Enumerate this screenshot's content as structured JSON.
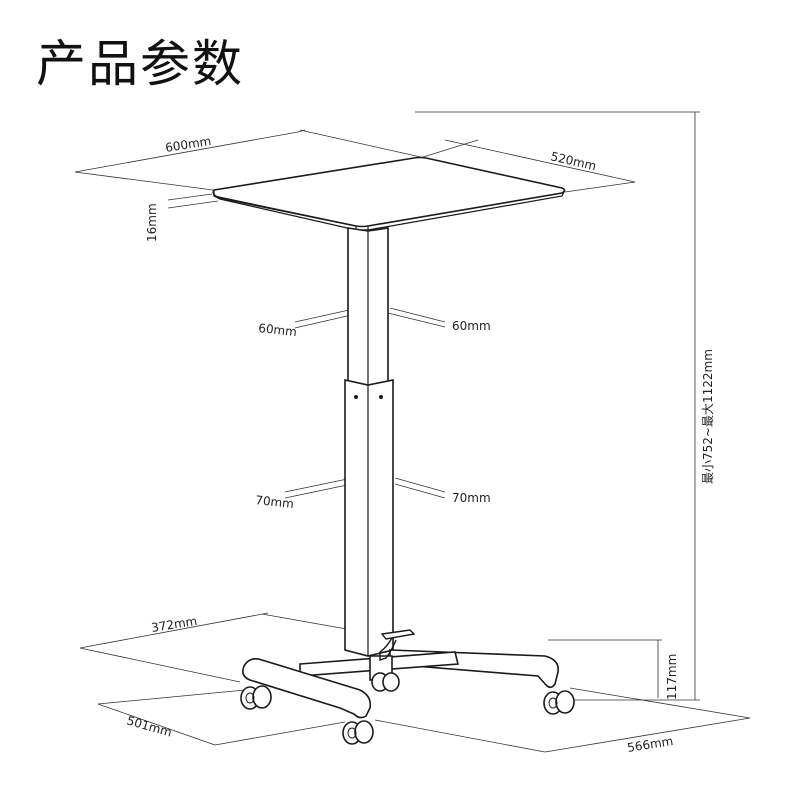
{
  "title": "产品参数",
  "dimensions": {
    "top_width": "600mm",
    "top_depth": "520mm",
    "top_thickness": "16mm",
    "upper_column_left": "60mm",
    "upper_column_right": "60mm",
    "lower_column_left": "70mm",
    "lower_column_right": "70mm",
    "height_range": "最小752~最大1122mm",
    "base_arm": "372mm",
    "base_depth": "501mm",
    "base_width": "566mm",
    "base_height": "117mm"
  }
}
